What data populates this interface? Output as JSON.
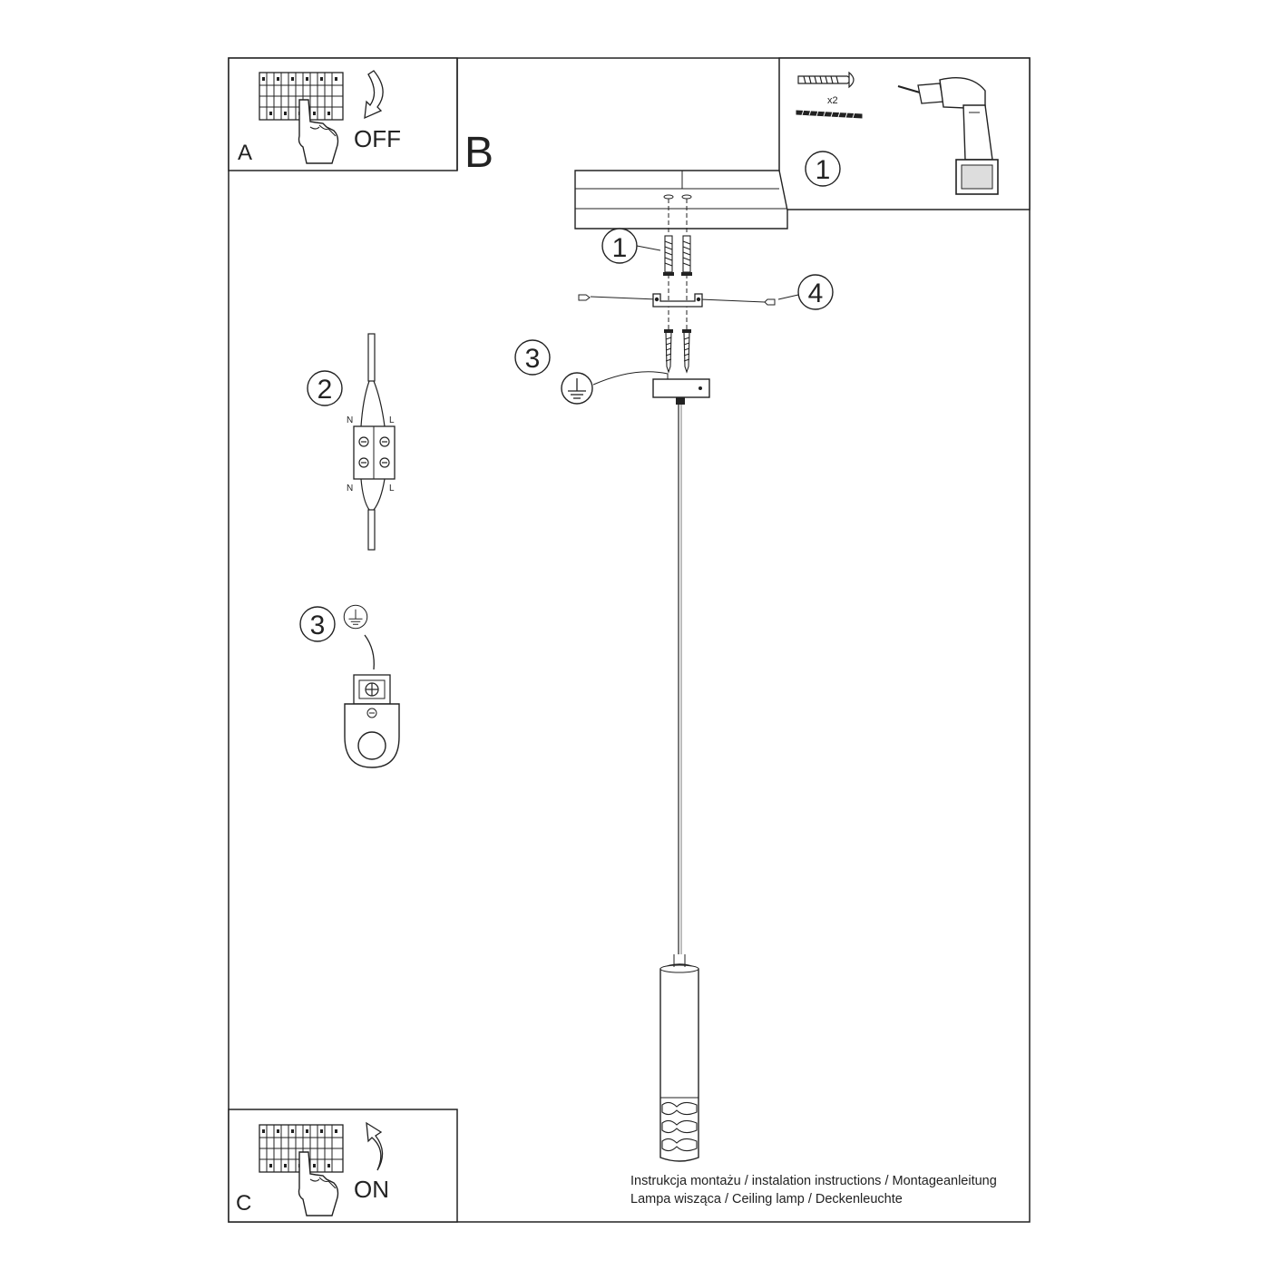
{
  "panels": {
    "a": {
      "letter": "A",
      "action": "OFF"
    },
    "b": {
      "letter": "B"
    },
    "c": {
      "letter": "C",
      "action": "ON"
    }
  },
  "kit": {
    "quantity": "x2",
    "step": "1"
  },
  "callouts": {
    "anchors": "1",
    "wiring": "2",
    "ground_detail": "3",
    "ground_main": "3",
    "side_screws": "4"
  },
  "terminal": {
    "top_left": "N",
    "top_right": "L",
    "bottom_left": "N",
    "bottom_right": "L"
  },
  "footer": {
    "line1": "Instrukcja montażu / instalation instructions / Montageanleitung",
    "line2": "Lampa wisząca / Ceiling lamp / Deckenleuchte"
  },
  "colors": {
    "line": "#222222",
    "fill": "#ffffff",
    "shade": "#dddddd"
  }
}
